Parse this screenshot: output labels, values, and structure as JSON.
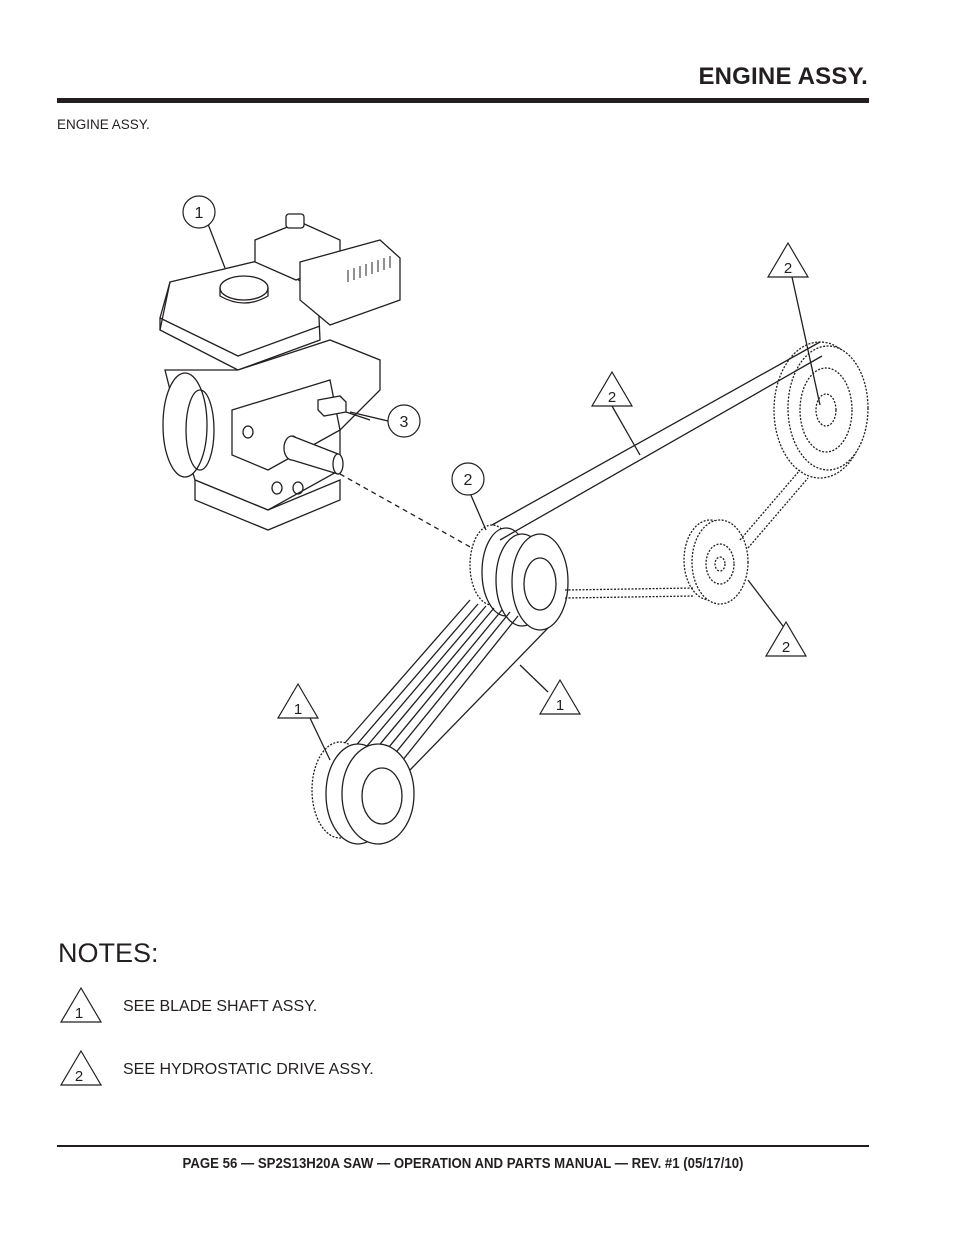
{
  "header": {
    "title": "ENGINE ASSY."
  },
  "subtitle": "ENGINE ASSY.",
  "callouts": {
    "engine": "1",
    "pulley_engine": "2",
    "key": "3",
    "belt_hydro": "2",
    "pulley_hydro_top": "2",
    "pulley_idler": "2",
    "belt_blade": "1",
    "pulley_blade": "1"
  },
  "notes": {
    "title": "NOTES:",
    "items": [
      {
        "number": "1",
        "text": "SEE BLADE SHAFT ASSY."
      },
      {
        "number": "2",
        "text": "SEE HYDROSTATIC DRIVE ASSY."
      }
    ]
  },
  "footer": "PAGE 56 — SP2S13H20A SAW — OPERATION AND PARTS MANUAL — REV. #1 (05/17/10)"
}
